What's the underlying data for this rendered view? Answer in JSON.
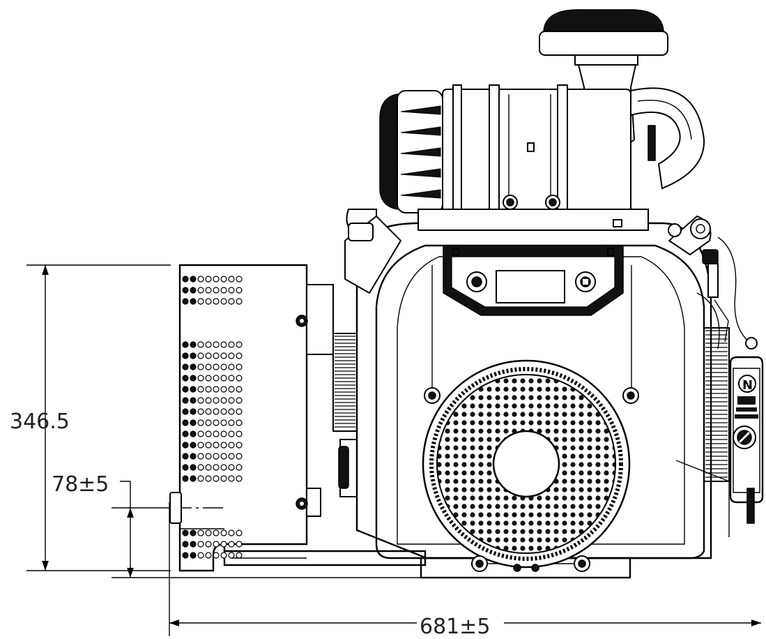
{
  "dimensions": {
    "height": "346.5",
    "offset": "78±5",
    "width": "681±5"
  },
  "labels": {
    "fuel_symbol": "N"
  },
  "colors": {
    "line": "#000000",
    "background": "#ffffff",
    "text": "#222222"
  }
}
